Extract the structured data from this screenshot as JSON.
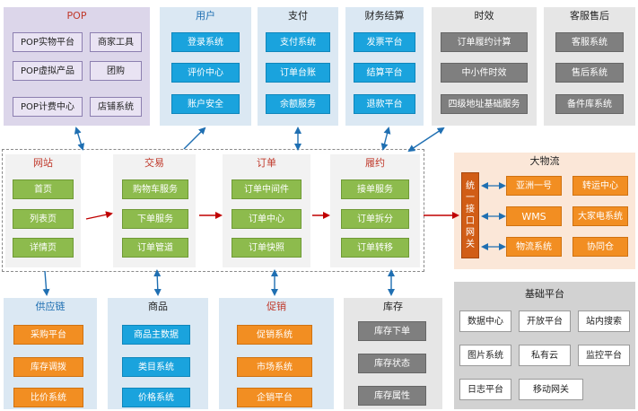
{
  "colors": {
    "pop_bg": "#dcd6ea",
    "blue_bg": "#dbe8f3",
    "gray_bg": "#e6e6e6",
    "green_bg": "#f2f2f2",
    "orange_bg": "#fbe7d8",
    "base_bg": "#d2d2d2",
    "arrow_blue": "#1f6fb2",
    "arrow_red": "#c00000"
  },
  "groups": {
    "pop": {
      "title": "POP",
      "items": [
        "POP实物平台",
        "商家工具",
        "POP虚拟产品",
        "团购",
        "POP计费中心",
        "店铺系统"
      ]
    },
    "user": {
      "title": "用户",
      "items": [
        "登录系统",
        "评价中心",
        "账户安全"
      ]
    },
    "payment": {
      "title": "支付",
      "items": [
        "支付系统",
        "订单台账",
        "余额服务"
      ]
    },
    "finance": {
      "title": "财务结算",
      "items": [
        "发票平台",
        "结算平台",
        "退款平台"
      ]
    },
    "timeliness": {
      "title": "时效",
      "items": [
        "订单履约计算",
        "中小件时效",
        "四级地址基础服务"
      ]
    },
    "customer_service": {
      "title": "客服售后",
      "items": [
        "客服系统",
        "售后系统",
        "备件库系统"
      ]
    },
    "website": {
      "title": "网站",
      "items": [
        "首页",
        "列表页",
        "详情页"
      ]
    },
    "trade": {
      "title": "交易",
      "items": [
        "购物车服务",
        "下单服务",
        "订单管道"
      ]
    },
    "order": {
      "title": "订单",
      "items": [
        "订单中间件",
        "订单中心",
        "订单快照"
      ]
    },
    "fulfillment": {
      "title": "履约",
      "items": [
        "接单服务",
        "订单拆分",
        "订单转移"
      ]
    },
    "logistics": {
      "title": "大物流",
      "interface": "统一接口网关",
      "items": [
        "亚洲一号",
        "转运中心",
        "WMS",
        "大家电系统",
        "物流系统",
        "协同仓"
      ]
    },
    "supply_chain": {
      "title": "供应链",
      "items": [
        "采购平台",
        "库存调拨",
        "比价系统"
      ]
    },
    "product": {
      "title": "商品",
      "items": [
        "商品主数据",
        "类目系统",
        "价格系统"
      ]
    },
    "promotion": {
      "title": "促销",
      "items": [
        "促销系统",
        "市场系统",
        "企销平台"
      ]
    },
    "inventory": {
      "title": "库存",
      "items": [
        "库存下单",
        "库存状态",
        "库存属性"
      ]
    },
    "base_platform": {
      "title": "基础平台",
      "items": [
        "数据中心",
        "开放平台",
        "站内搜索",
        "图片系统",
        "私有云",
        "监控平台",
        "日志平台",
        "移动网关"
      ]
    }
  }
}
